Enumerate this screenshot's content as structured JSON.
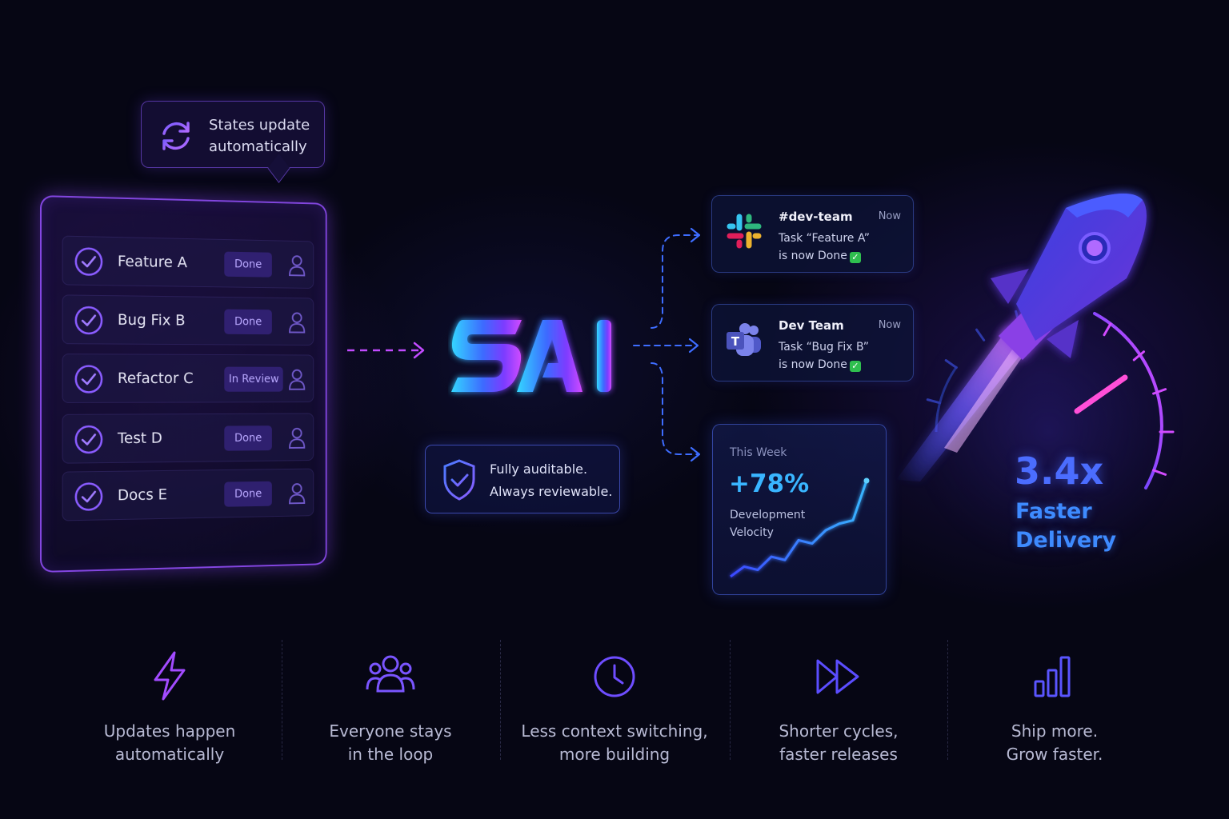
{
  "tooltip": {
    "line1": "States update",
    "line2": "automatically"
  },
  "tasks": [
    {
      "name": "Feature A",
      "status": "Done"
    },
    {
      "name": "Bug Fix B",
      "status": "Done"
    },
    {
      "name": "Refactor C",
      "status": "In Review"
    },
    {
      "name": "Test D",
      "status": "Done"
    },
    {
      "name": "Docs E",
      "status": "Done"
    }
  ],
  "audit": {
    "line1": "Fully auditable.",
    "line2": "Always reviewable."
  },
  "notifications": [
    {
      "app": "slack",
      "channel": "#dev-team",
      "time": "Now",
      "line1": "Task “Feature A”",
      "line2": "is now Done"
    },
    {
      "app": "teams",
      "channel": "Dev Team",
      "time": "Now",
      "line1": "Task “Bug Fix B”",
      "line2": "is now Done"
    }
  ],
  "velocity": {
    "period": "This Week",
    "change": "+78%",
    "label_line1": "Development",
    "label_line2": "Velocity",
    "trend": [
      2,
      8,
      6,
      14,
      12,
      24,
      22,
      30,
      34,
      36,
      60
    ]
  },
  "speed": {
    "value": "3.4x",
    "label_line1": "Faster",
    "label_line2": "Delivery"
  },
  "benefits": [
    {
      "icon": "lightning-icon",
      "line1": "Updates happen",
      "line2": "automatically"
    },
    {
      "icon": "team-icon",
      "line1": "Everyone stays",
      "line2": "in the loop"
    },
    {
      "icon": "clock-icon",
      "line1": "Less context switching,",
      "line2": "more building"
    },
    {
      "icon": "fast-forward-icon",
      "line1": "Shorter cycles,",
      "line2": "faster releases"
    },
    {
      "icon": "bar-chart-icon",
      "line1": "Ship more.",
      "line2": "Grow faster."
    }
  ],
  "colors": {
    "accent_purple": "#8b5cff",
    "accent_blue": "#3b82ff",
    "accent_cyan": "#39b5ff",
    "background": "#060614"
  }
}
